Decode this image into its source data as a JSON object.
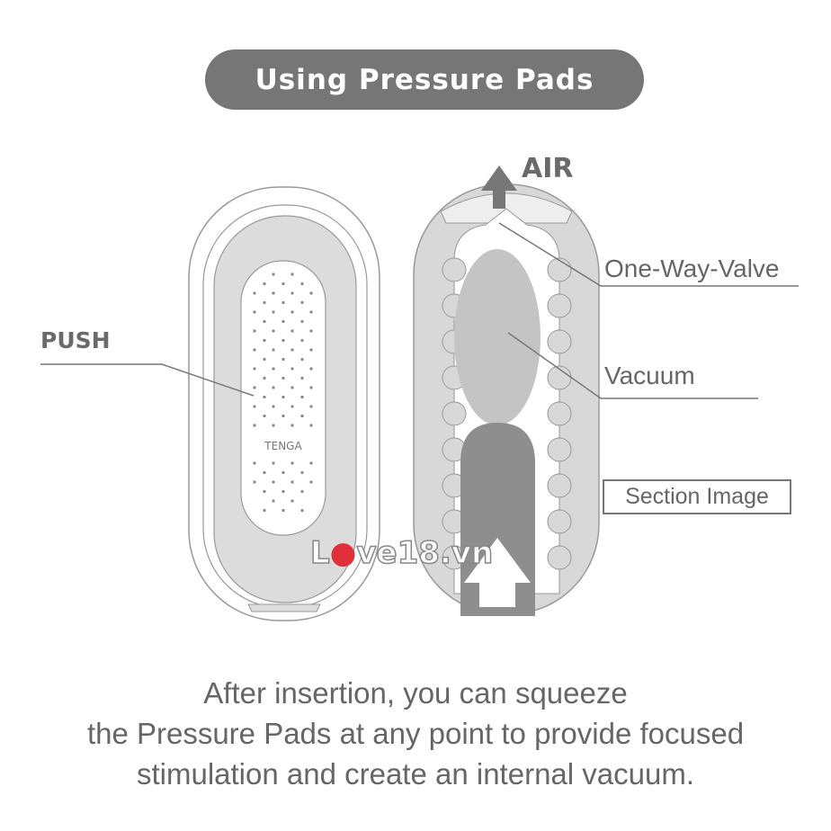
{
  "title": "Using Pressure Pads",
  "labels": {
    "push": "PUSH",
    "air": "AIR",
    "valve": "One-Way-Valve",
    "vacuum": "Vacuum",
    "section": "Section Image"
  },
  "brand_mark": "TENGA",
  "watermark": "Love18.vn",
  "caption": [
    "After insertion, you can squeeze",
    "the Pressure Pads at any point to provide focused",
    "stimulation and create an internal vacuum."
  ],
  "colors": {
    "pill": "#767676",
    "text": "#666666",
    "body": "#dcdcdc",
    "vacuum": "#c4c4c4",
    "plunger": "#8e8e8e"
  }
}
